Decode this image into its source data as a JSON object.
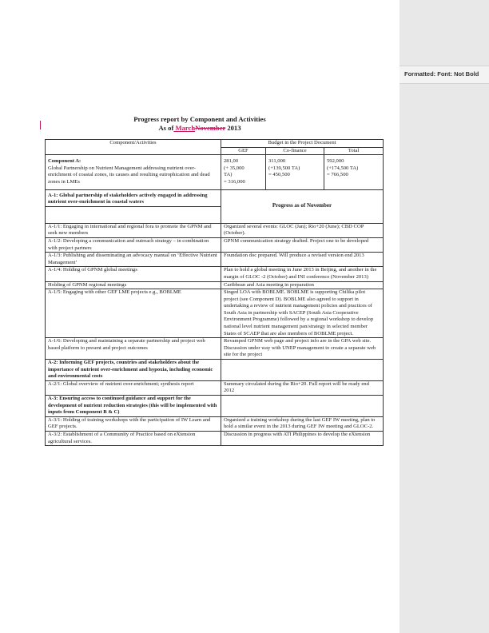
{
  "title": {
    "line1": "Progress report by Component and Activities",
    "as_of": "As of",
    "inserted": " March",
    "deleted": "November",
    "year": " 2013"
  },
  "comment_pane": {
    "label": "Formatted: Font: Not Bold"
  },
  "table": {
    "header": {
      "component": "Component/Activities",
      "budget": "Budget in the Project Document",
      "gef": "GEF",
      "cofinance": "Co-finance",
      "total": "Total"
    },
    "component_a": {
      "title": "Component A:",
      "description": "Global Partnership on Nutrient Management addressing nutrient over-enrichment of coastal zones, its causes and resulting eutrophication and dead zones in LMEs",
      "gef": "281,00\n(+ 35,000\nTA)\n= 316,000",
      "cofinance": "311,000\n(+139,500 TA)\n= 450,500",
      "total": "592,000\n(+174,500 TA)\n= 766,500"
    },
    "section_a1": "A-1: Global partnership of stakeholders actively engaged in addressing nutrient over-enrichment in coastal waters",
    "progress_header": "Progress as of November",
    "rows_a1": [
      {
        "activity": "A-1/1: Engaging in international and regional fora to promote the GPNM and seek new members",
        "progress": "Organized several events: GLOC (Jan); Rio+20 (June); CBD COP (October)."
      },
      {
        "activity": "A-1/2: Developing a communication and outreach strategy – in combination with project partners",
        "progress": "GPNM communication strategy drafted. Project one to be developed"
      },
      {
        "activity": "A-1/3: Publishing and disseminating an advocacy manual on ‘Effective Nutrient Management’",
        "progress": "Foundation doc prepared. Will produce a revised version end 2013"
      },
      {
        "activity": "A-1/4: Holding of GPNM global meetings",
        "progress": "Plan to hold a global meeting in June 2013 in Beijing, and another in the margin of GLOC -2 (October) and INI conference (November 2013)"
      },
      {
        "activity": "Holding of GPNM regional meetings",
        "progress": "Caribbean and Asia meeting in preparation"
      },
      {
        "activity": "A-1/5: Engaging with other GEF LME projects e.g., BOBLME",
        "progress": "Singed LOA with BOBLME. BOBLME is supporting Chilika pilot project (see Component D). BOBLME also agreed to support in undertaking a review of nutrient management policies and practices of South Asia in partnership with SACEP (South Asia Cooperative Environment Programme) followed by a regional workshop to develop national level nutrient management pan/strategy in selected member States of SCAEP that are also members of BOBLME project."
      },
      {
        "activity": "A-1/6: Developing and maintaining a separate partnership and project web based platform to present and project outcomes",
        "progress": "Revamped GPNM web page and project info are in the GPA web site. Discussion under way with UNEP management to create a separate web site for the project"
      }
    ],
    "section_a2": "A-2: Informing GEF projects, countries and stakeholders about the importance of nutrient over-enrichment and hypoxia, including economic  and environmental costs",
    "rows_a2": [
      {
        "activity": "A-2/1: Global overview of nutrient over-enrichment; synthesis report",
        "progress": "Summary circulated during the Rio+20. Full report will be ready end 2012"
      }
    ],
    "section_a3": "A-3: Ensuring access to continued guidance and support for the development of nutrient reduction strategies (this will be implemented with inputs from Component B & C)",
    "rows_a3": [
      {
        "activity": "A-3/1: Holding of training workshops with the participation of IW Learn and GEF projects.",
        "progress": "Organized a training workshop during the last GEF IW meeting, plan to hold a similar event in the 2013 during GEF IW meeting and GLOC-2."
      },
      {
        "activity": "A-3/2: Establishment of a Community of Practice based on eXtension agricultural services.",
        "progress": "Discussion in progress with ATI Philippines to develop the eXtension"
      }
    ]
  }
}
